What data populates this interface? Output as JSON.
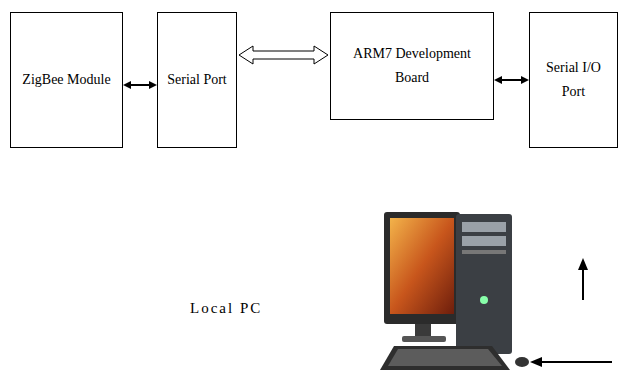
{
  "diagram": {
    "nodes": [
      {
        "text": [
          "ZigBee Module"
        ]
      },
      {
        "text": [
          "Serial Port"
        ]
      },
      {
        "text": [
          "ARM7 Development Board"
        ]
      },
      {
        "text": [
          "Serial I/O Port"
        ]
      }
    ],
    "edges": [
      {
        "from": 0,
        "to": 1,
        "arrow": "both"
      },
      {
        "from": 1,
        "to": 2,
        "arrow": "both"
      },
      {
        "from": 2,
        "to": 3,
        "arrow": "both"
      }
    ],
    "labels": [
      "Local PC"
    ]
  }
}
